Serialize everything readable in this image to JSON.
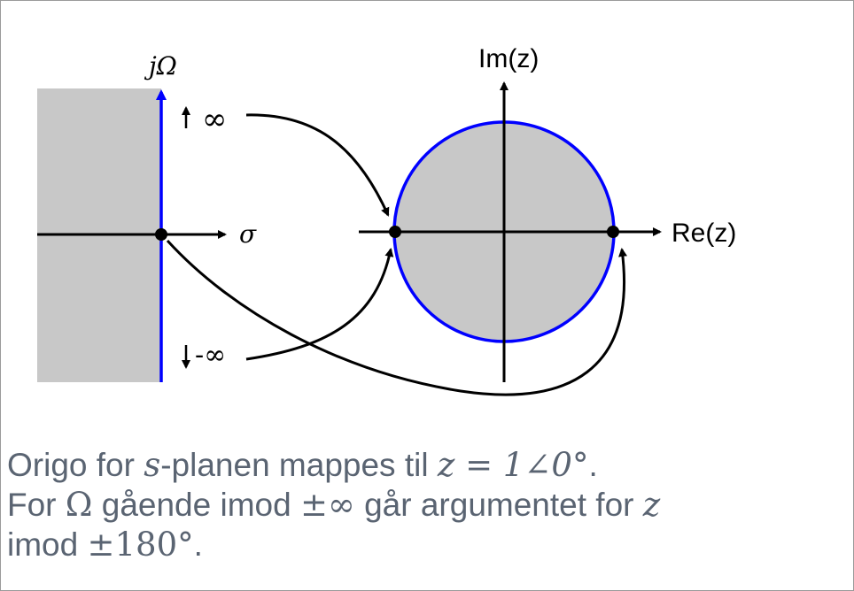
{
  "diagram": {
    "s_plane": {
      "vertical_axis_label": "jΩ",
      "horizontal_axis_label": "σ",
      "plus_infinity_label": "∞",
      "minus_infinity_label": "-∞"
    },
    "z_plane": {
      "vertical_axis_label": "Im(z)",
      "horizontal_axis_label": "Re(z)"
    },
    "colors": {
      "region_fill": "#c8c8c8",
      "unit_circle": "#0000ff",
      "jomega_axis": "#0000ff",
      "axes": "#000000"
    }
  },
  "caption": {
    "line1": {
      "part1": "Origo for ",
      "s": "s",
      "part2": "-planen mappes til ",
      "eq": "z = 1∠0°",
      "end": "."
    },
    "line2": {
      "part1": "For ",
      "omega": "Ω",
      "part2": " gående imod ",
      "pm_inf": "±∞",
      "part3": " går argumentet for ",
      "z": "z"
    },
    "line3": {
      "part1": "imod ",
      "pm180": "±180°",
      "end": "."
    }
  }
}
